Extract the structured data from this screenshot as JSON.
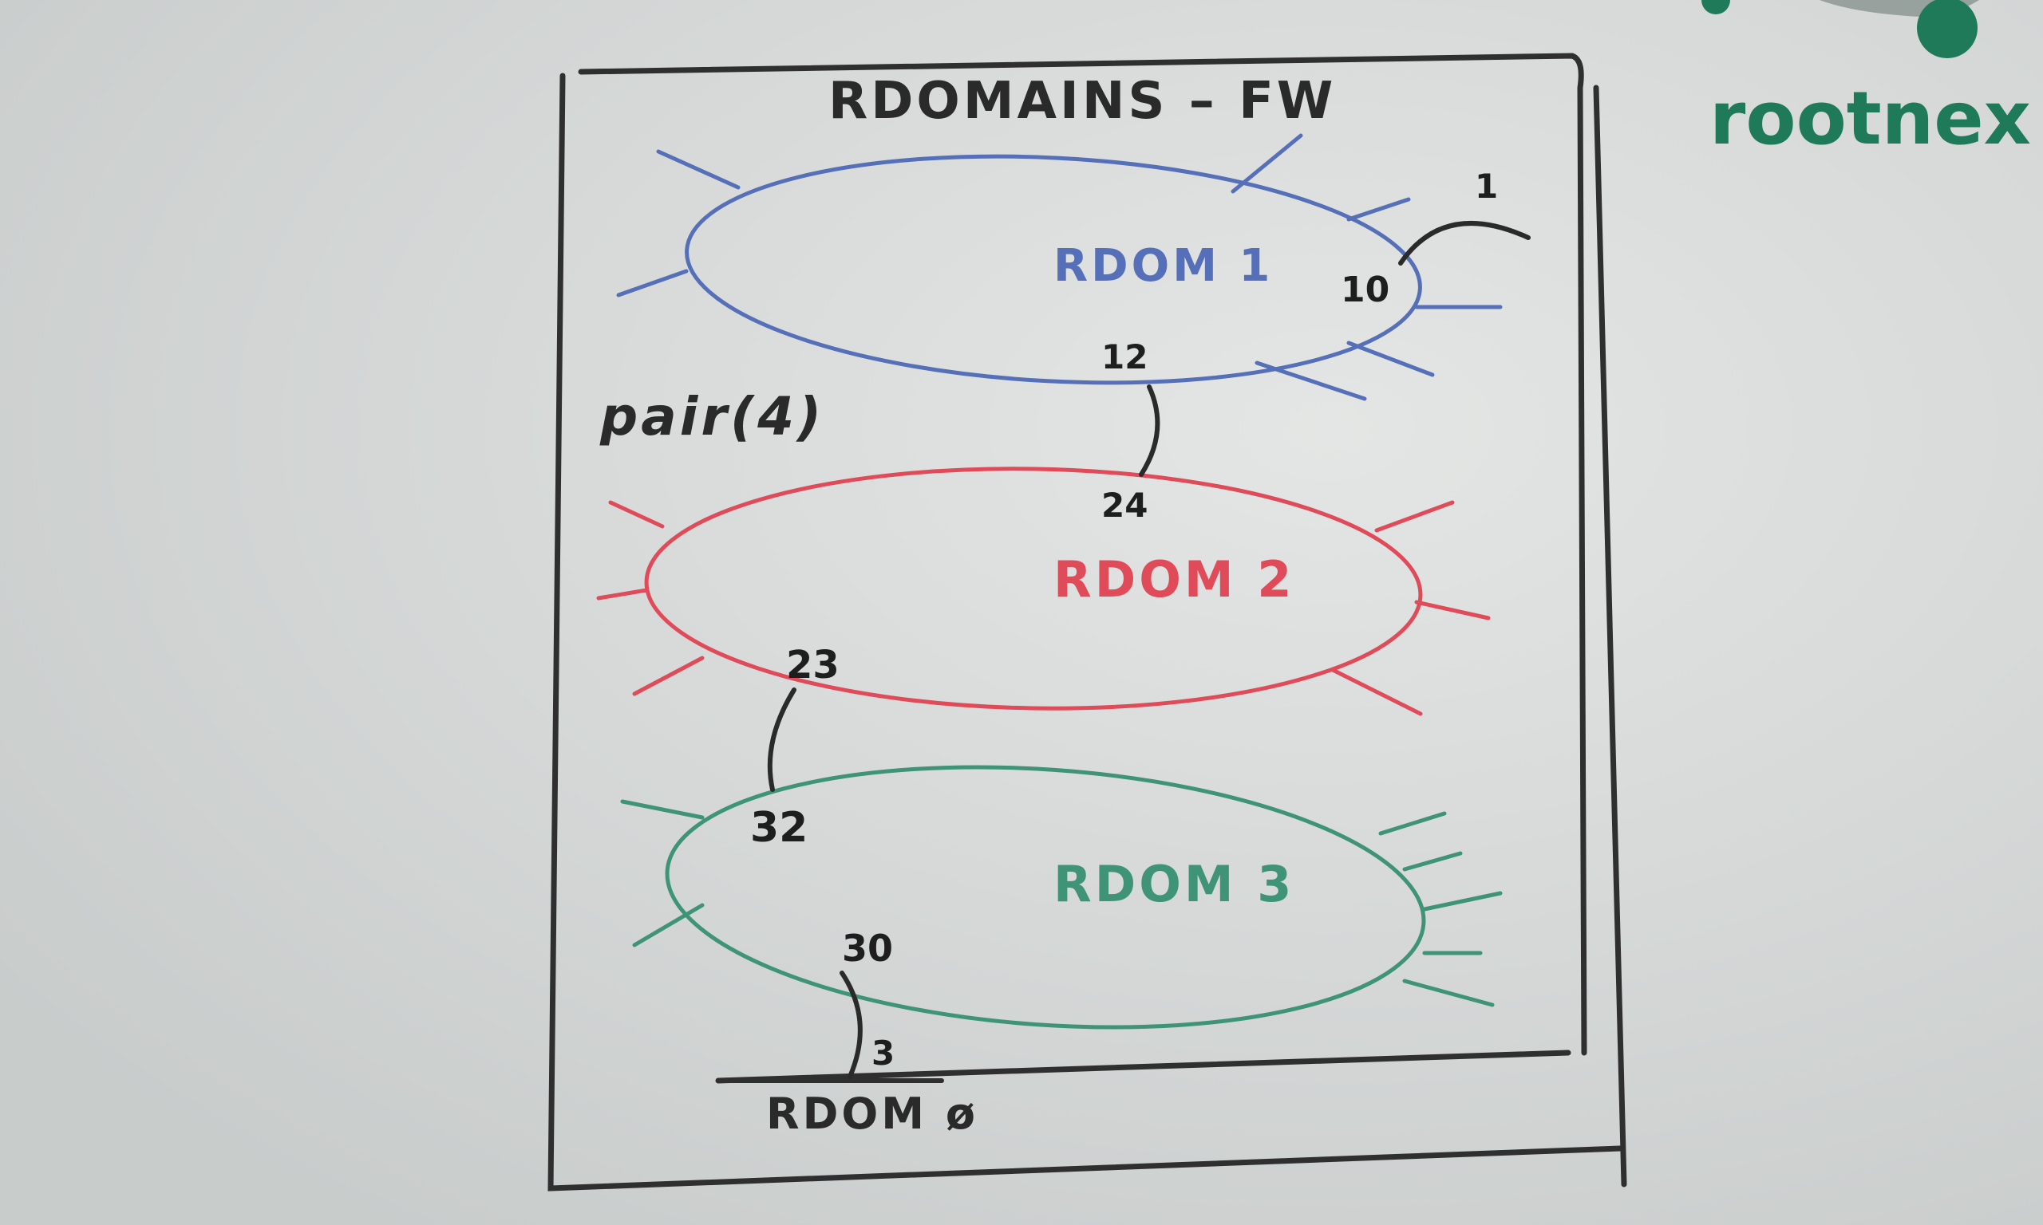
{
  "diagram": {
    "title": "RDOMAINS – FW",
    "side_note": "pair(4)",
    "domains": [
      {
        "label": "RDOM 1",
        "color": "#5570b8"
      },
      {
        "label": "RDOM 2",
        "color": "#e04b5a"
      },
      {
        "label": "RDOM 3",
        "color": "#3f9478"
      },
      {
        "label": "RDOM ø",
        "color": "#2f2f2f"
      }
    ],
    "links": [
      {
        "from_port": "12",
        "to_port": "24"
      },
      {
        "from_port": "23",
        "to_port": "32"
      },
      {
        "from_port": "30",
        "to_port": "3"
      },
      {
        "from_port": "10",
        "to_port": "1"
      }
    ]
  },
  "logo": {
    "text": "rootnex",
    "color": "#1f7a5a"
  },
  "colors": {
    "board": "#d6d9d8",
    "marker_black": "#2f2f2f"
  }
}
